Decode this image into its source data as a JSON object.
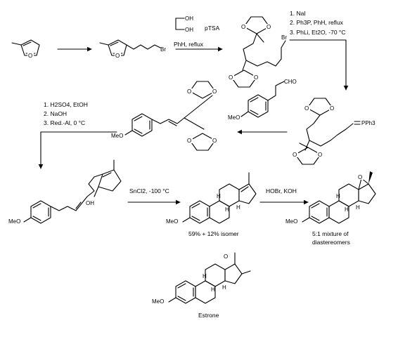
{
  "step1": {
    "reagent": "pTSA",
    "solvent": "PhH, reflux"
  },
  "step2": {
    "line1": "1. NaI",
    "line2": "2. Ph3P, PhH, reflux",
    "line3": "3. PhLi, Et2O, -70 °C"
  },
  "step4": {
    "line1": "1. H2SO4, EtOH",
    "line2": "2. NaOH",
    "line3": "3. Red.-Al, 0 °C"
  },
  "step5": {
    "reagent": "SnCl2, -100 °C"
  },
  "step6": {
    "reagent": "HOBr, KOH"
  },
  "labels": {
    "ylide": "PPh3",
    "yield": "59% + 12% isomer",
    "mixture_line1": "5:1 mixture of",
    "mixture_line2": "diastereomers",
    "estrone": "Estrone"
  },
  "atoms": {
    "O": "O",
    "OH": "OH",
    "Br": "Br",
    "MeO": "MeO",
    "CHO": "CHO",
    "H": "H"
  }
}
